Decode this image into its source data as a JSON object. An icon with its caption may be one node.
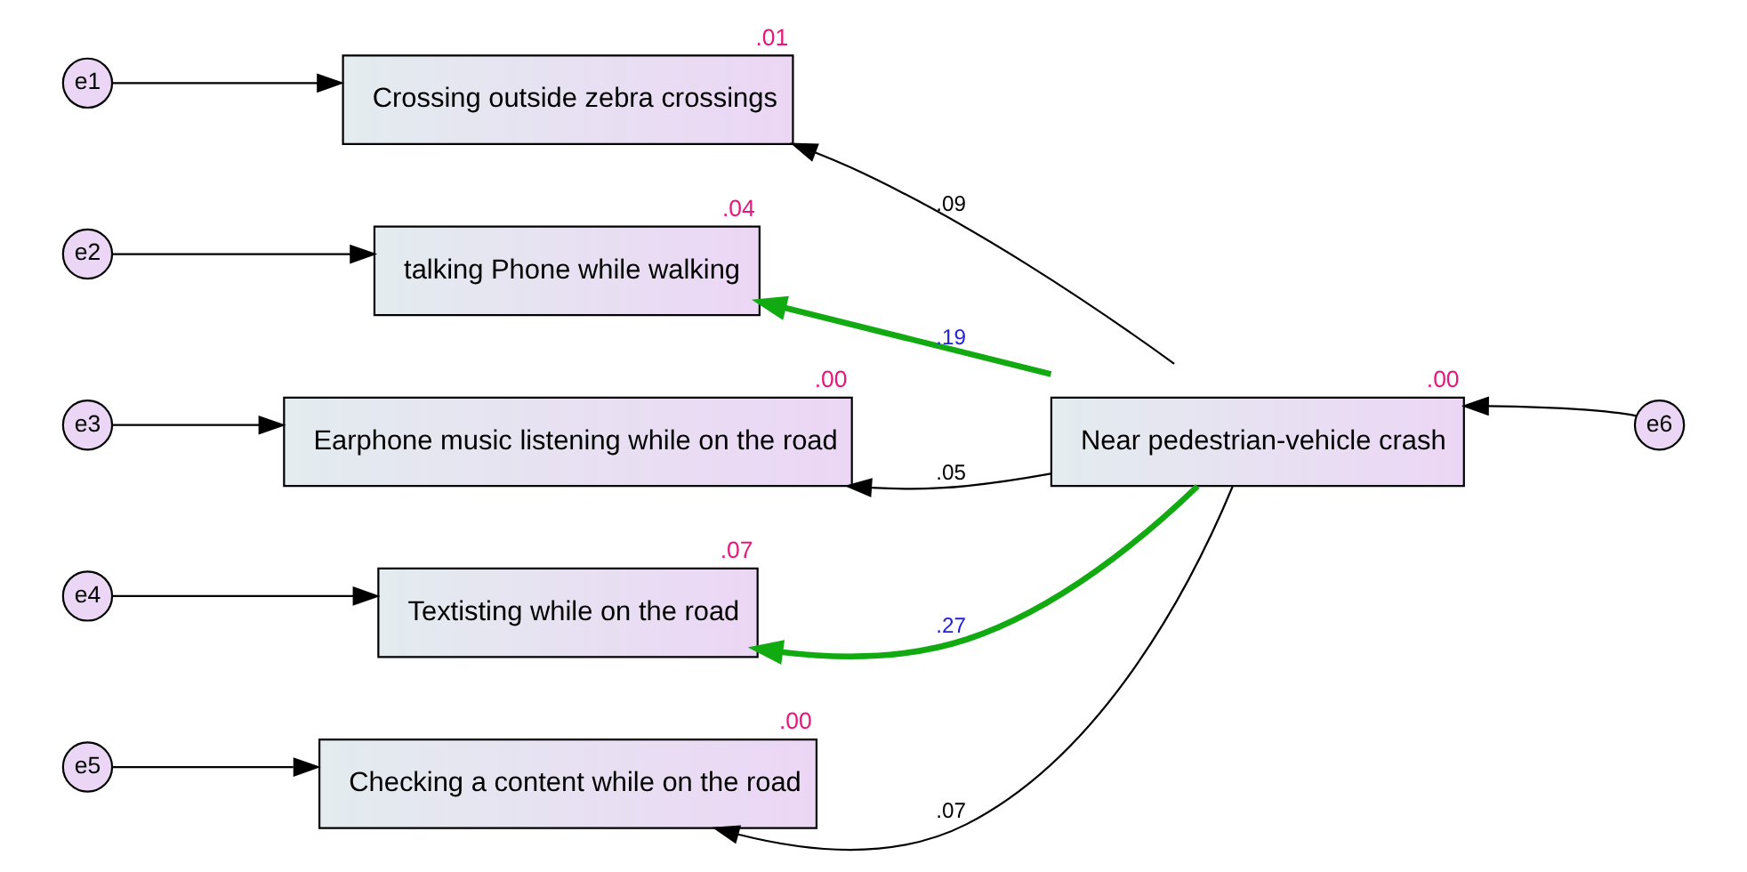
{
  "diagram": {
    "nodes": [
      {
        "text": [
          "e1"
        ]
      },
      {
        "text": [
          "Crossing outside zebra crossings"
        ],
        "beside": [
          ".01"
        ]
      },
      {
        "text": [
          "e2"
        ]
      },
      {
        "text": [
          "talking Phone while walking"
        ],
        "beside": [
          ".04"
        ]
      },
      {
        "text": [
          "e3"
        ]
      },
      {
        "text": [
          "Earphone music listening while on the road"
        ],
        "beside": [
          ".00"
        ]
      },
      {
        "text": [
          "e4"
        ]
      },
      {
        "text": [
          "Textisting while on the road"
        ],
        "beside": [
          ".07"
        ]
      },
      {
        "text": [
          "e5"
        ]
      },
      {
        "text": [
          "Checking a content while on the road"
        ],
        "beside": [
          ".00"
        ]
      },
      {
        "text": [
          "Near pedestrian-vehicle crash"
        ],
        "beside": [
          ".00"
        ]
      },
      {
        "text": [
          "e6"
        ]
      }
    ],
    "edges": [
      {
        "from": 0,
        "to": 1,
        "arrow": "to"
      },
      {
        "from": 2,
        "to": 3,
        "arrow": "to"
      },
      {
        "from": 4,
        "to": 5,
        "arrow": "to"
      },
      {
        "from": 6,
        "to": 7,
        "arrow": "to"
      },
      {
        "from": 8,
        "to": 9,
        "arrow": "to"
      },
      {
        "from": 11,
        "to": 10,
        "arrow": "to"
      },
      {
        "from": 10,
        "to": 1,
        "arrow": "to",
        "label": ".09"
      },
      {
        "from": 10,
        "to": 3,
        "arrow": "to",
        "label": ".19",
        "style": "thick",
        "color": "#11aa11"
      },
      {
        "from": 10,
        "to": 5,
        "arrow": "to",
        "label": ".05"
      },
      {
        "from": 10,
        "to": 7,
        "arrow": "to",
        "label": ".27",
        "style": "thick",
        "color": "#11aa11"
      },
      {
        "from": 10,
        "to": 9,
        "arrow": "to",
        "label": ".07"
      }
    ]
  }
}
